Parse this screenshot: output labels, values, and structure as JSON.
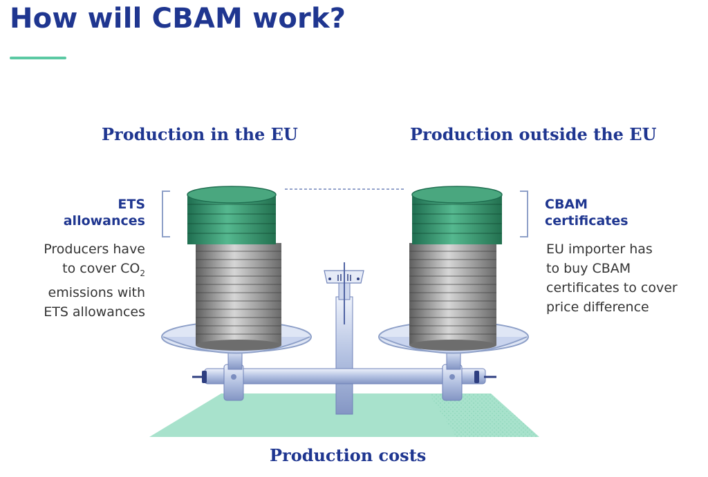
{
  "title": "How will CBAM work?",
  "left": {
    "heading": "Production in the EU",
    "label_line1": "ETS",
    "label_line2": "allowances",
    "desc_line1": "Producers have",
    "desc_line2_pre": "to cover CO",
    "desc_line2_sub": "2",
    "desc_line3": "emissions with",
    "desc_line4": "ETS allowances"
  },
  "right": {
    "heading": "Production outside the EU",
    "label_line1": "CBAM",
    "label_line2": "certificates",
    "desc_line1": "EU importer has",
    "desc_line2": "to buy CBAM",
    "desc_line3": "certificates to cover",
    "desc_line4": "price difference"
  },
  "bottom_heading": "Production costs",
  "colors": {
    "navy": "#1f3690",
    "green_accent": "#5bc9a3",
    "green_coins": "#2f8c68",
    "platform": "#a8e2cc"
  }
}
